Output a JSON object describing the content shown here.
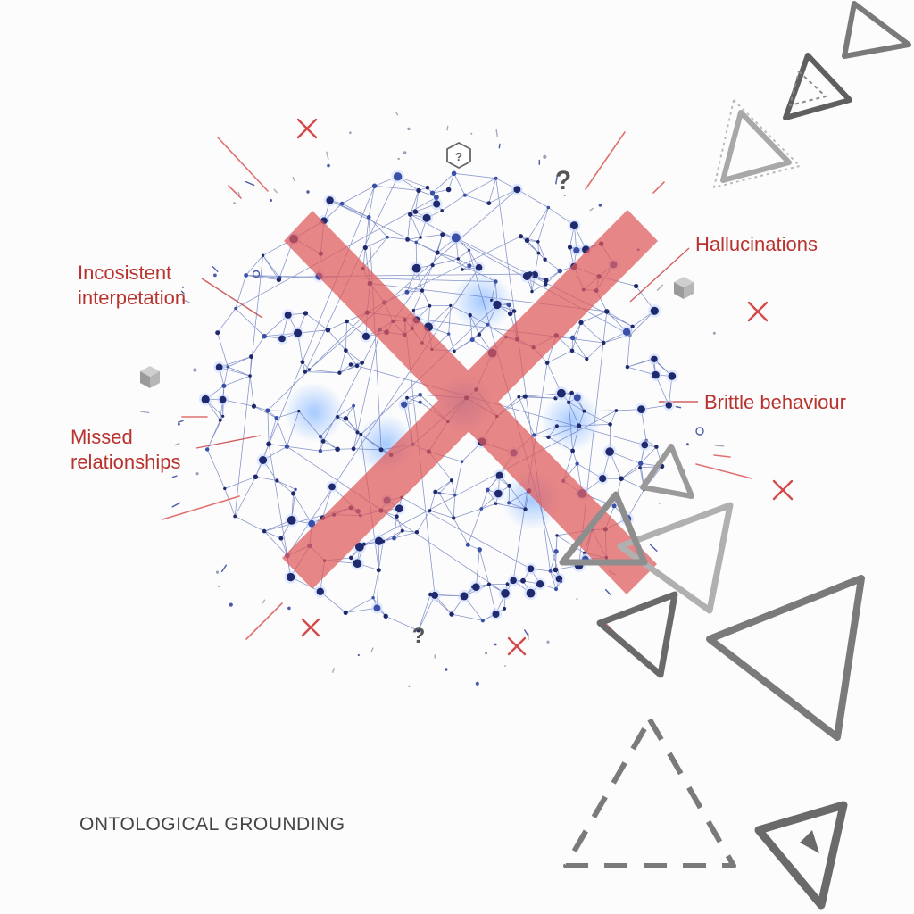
{
  "colors": {
    "accent_red": "#e05a5a",
    "label_red": "#b8322e",
    "network_node": "#1f2a6e",
    "network_edge": "#5b6fb8",
    "glow": "#7fb0ff",
    "triangle_gray": "#6f6f6f",
    "footer_text": "#444444"
  },
  "labels": {
    "inconsistent": [
      "Incosistent",
      "interpetation"
    ],
    "missed": [
      "Missed",
      "relationships"
    ],
    "hallucinations": "Hallucinations",
    "brittle": "Brittle behaviour"
  },
  "footer": {
    "text": "ONTOLOGICAL GROUNDING"
  },
  "glyphs": {
    "question": "?"
  },
  "icons": [
    "cross-mark-icon",
    "question-mark-icon",
    "cube-icon",
    "triangle-icon",
    "dashed-triangle-icon"
  ]
}
